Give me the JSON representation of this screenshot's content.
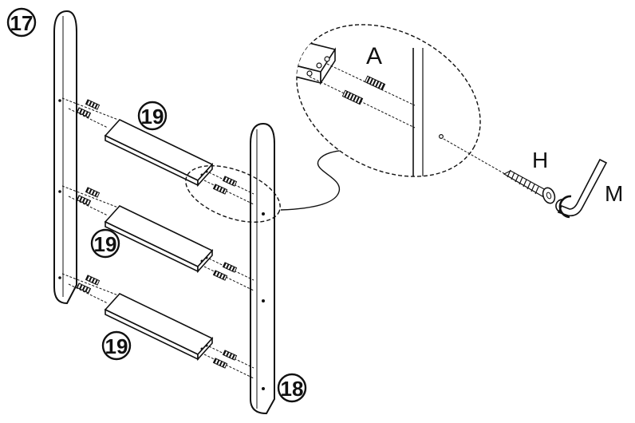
{
  "step_number": "17",
  "parts": {
    "left_side": "17",
    "right_side": "18",
    "rails": [
      "19",
      "19",
      "19"
    ]
  },
  "hardware": {
    "dowel": "A",
    "screw": "H",
    "allen_key": "M"
  }
}
